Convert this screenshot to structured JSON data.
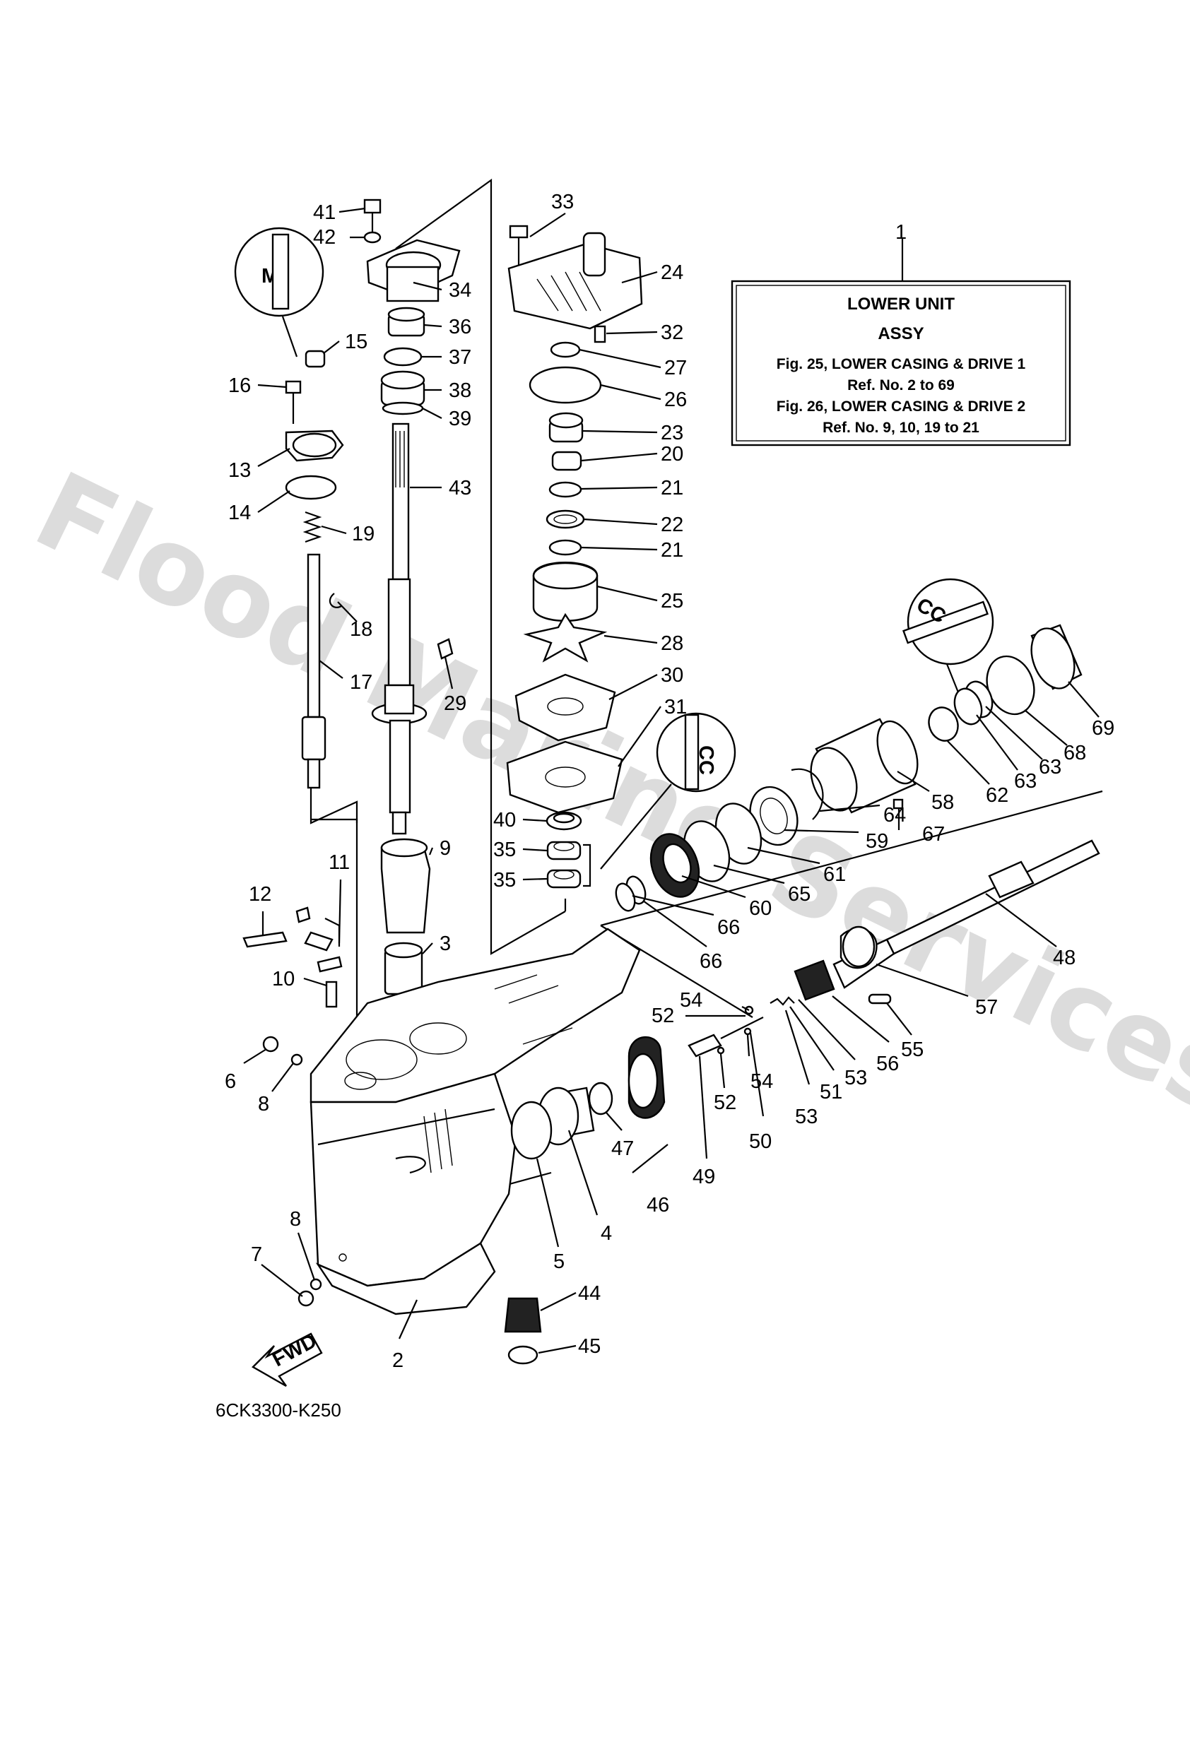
{
  "watermark": "Flood Marine Services",
  "info_box": {
    "ref": "1",
    "title_line1": "LOWER UNIT",
    "title_line2": "ASSY",
    "line1": "Fig. 25, LOWER CASING & DRIVE 1",
    "line2": "Ref. No. 2 to 69",
    "line3": "Fig. 26, LOWER CASING & DRIVE 2",
    "line4": "Ref. No. 9, 10, 19 to 21"
  },
  "callouts": [
    "41",
    "42",
    "34",
    "36",
    "37",
    "38",
    "39",
    "43",
    "15",
    "16",
    "13",
    "14",
    "19",
    "18",
    "17",
    "29",
    "9",
    "3",
    "11",
    "12",
    "10",
    "6",
    "8",
    "7",
    "8",
    "2",
    "33",
    "24",
    "32",
    "27",
    "26",
    "23",
    "20",
    "21",
    "22",
    "21",
    "25",
    "28",
    "30",
    "31",
    "40",
    "35",
    "35",
    "66",
    "66",
    "60",
    "65",
    "61",
    "59",
    "64",
    "67",
    "58",
    "62",
    "63",
    "63",
    "68",
    "69",
    "48",
    "57",
    "55",
    "56",
    "53",
    "51",
    "53",
    "50",
    "54",
    "52",
    "52",
    "54",
    "49",
    "47",
    "46",
    "4",
    "5",
    "44",
    "45"
  ],
  "fwd_label": "FWD",
  "sealant_labels": [
    "M",
    "CC",
    "CC"
  ],
  "drawing_code": "6CK3300-K250"
}
